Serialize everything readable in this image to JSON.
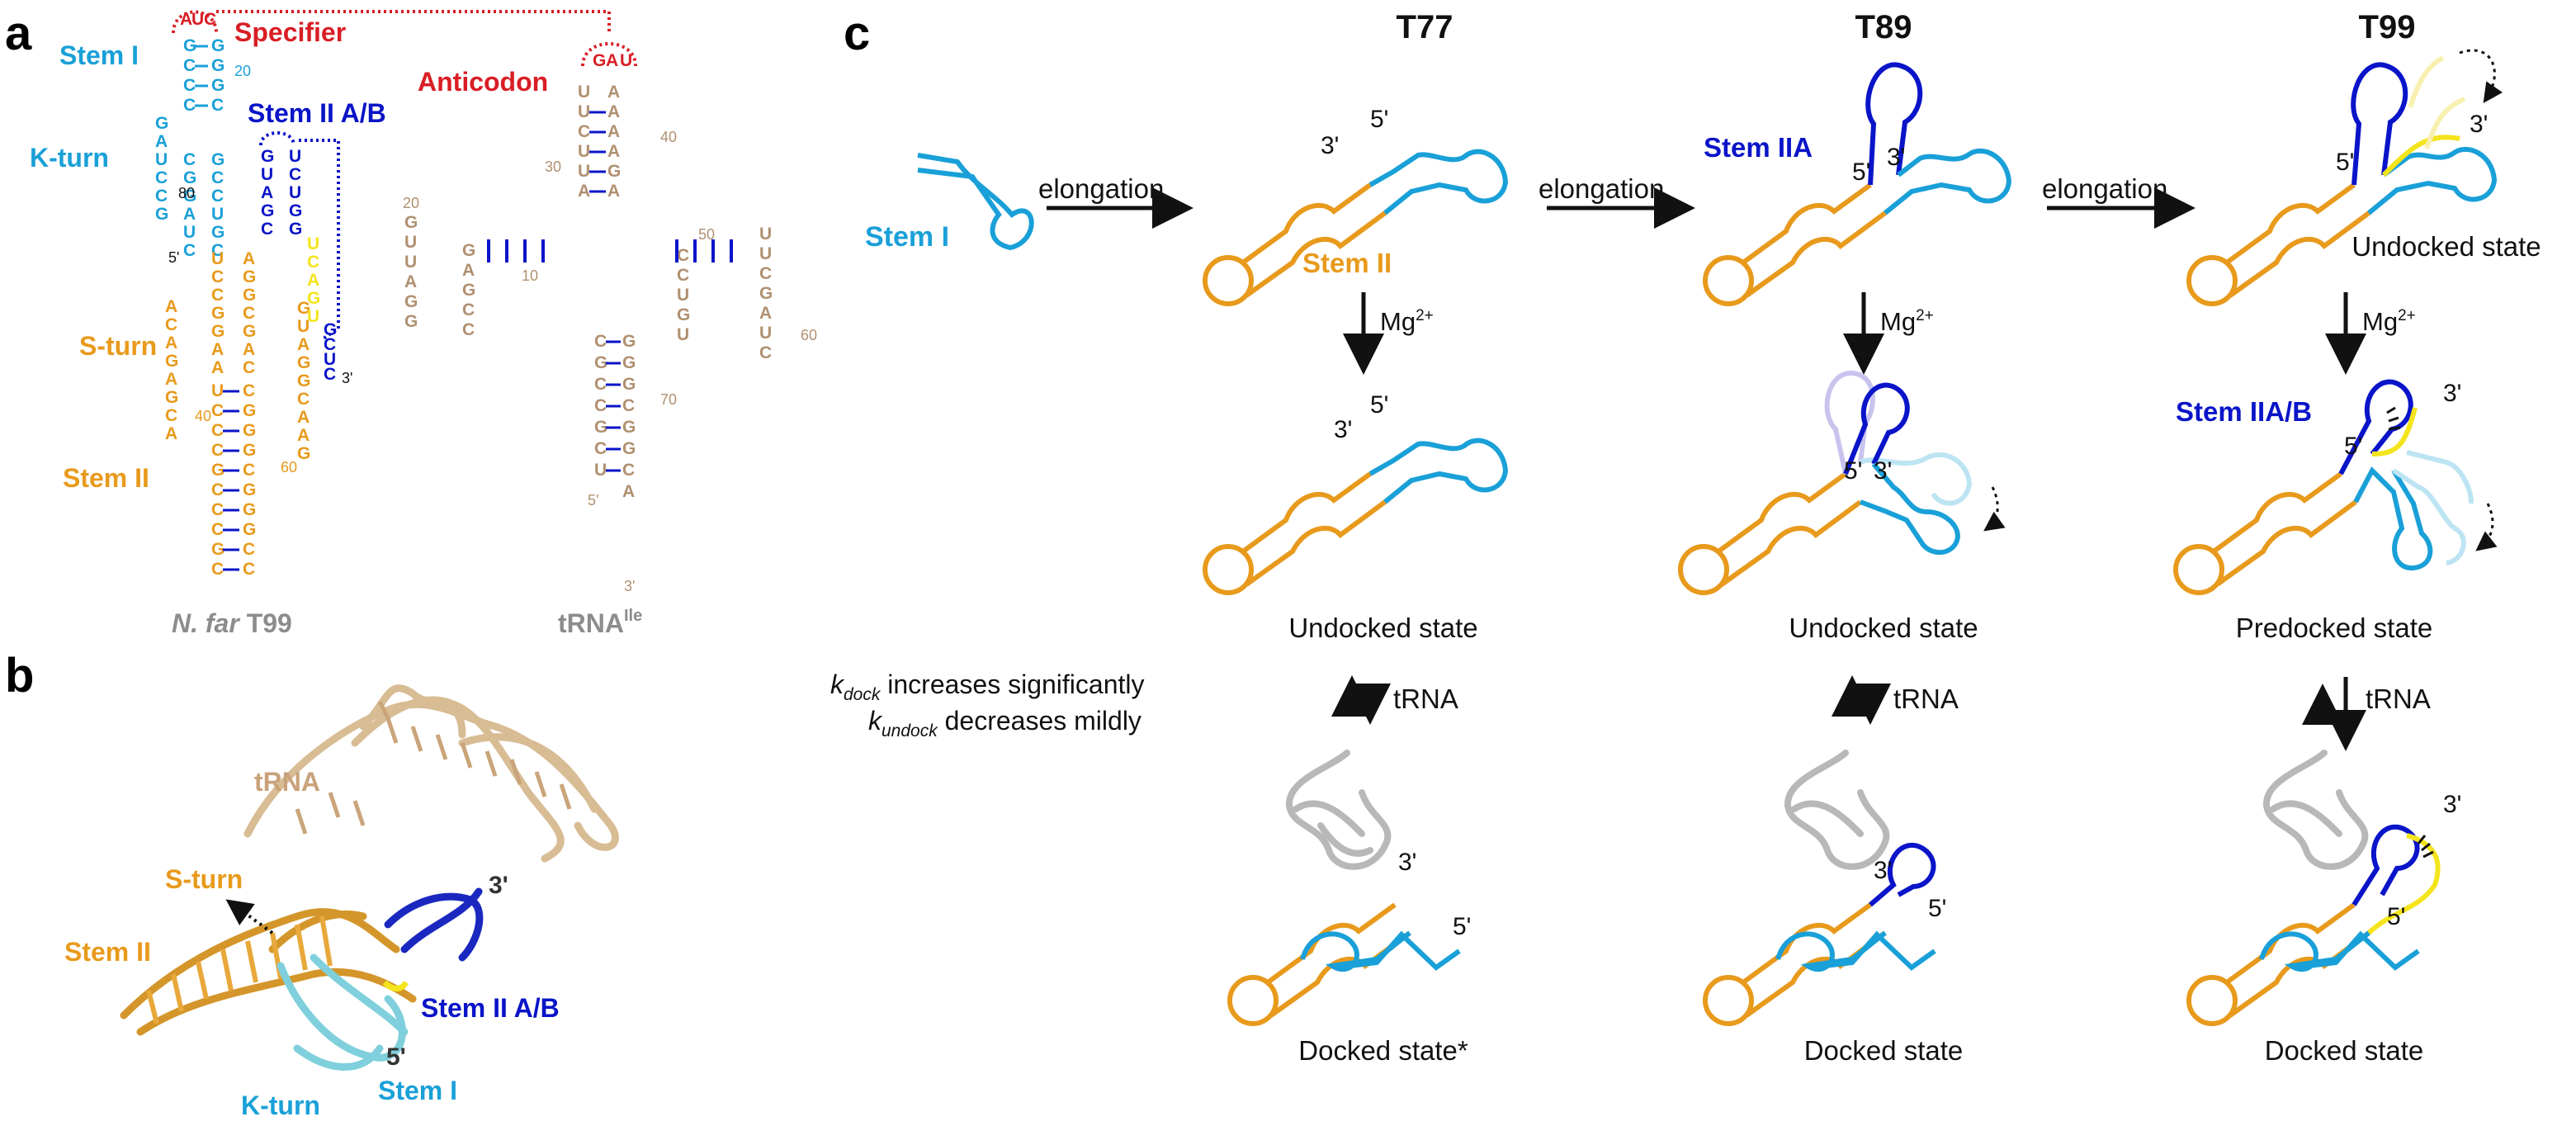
{
  "colors": {
    "stem1": "#1aa0d8",
    "stem2": "#e89a1c",
    "stem2AB": "#0a14c8",
    "specifier": "#d81e24",
    "yellow": "#f4e41c",
    "trna": "#b09070",
    "gray": "#a8a8a8",
    "text": "#111111"
  },
  "panels": {
    "a": "a",
    "b": "b",
    "c": "c"
  },
  "panel_a": {
    "riboswitch": {
      "stem1": "Stem I",
      "kturn": "K-turn",
      "specifier": "Specifier",
      "stem2ab": "Stem II A/B",
      "sturn": "S-turn",
      "stem2": "Stem II",
      "caption_italic": "N. far",
      "caption_rest": " T99",
      "specifier_seq": [
        "A",
        "U",
        "C"
      ],
      "nums": [
        "20",
        "80",
        "5'",
        "40",
        "60",
        "3'"
      ]
    },
    "trna": {
      "anticodon": "Anticodon",
      "anticodon_seq": [
        "G",
        "A",
        "U"
      ],
      "caption_main": "tRNA",
      "caption_sup": "Ile",
      "nums": [
        "40",
        "30",
        "20",
        "50",
        "10",
        "60",
        "70",
        "5'",
        "3'"
      ]
    }
  },
  "panel_b": {
    "trna": "tRNA",
    "sturn": "S-turn",
    "stem2": "Stem II",
    "stem2ab": "Stem II A/B",
    "kturn": "K-turn",
    "stem1": "Stem I",
    "three": "3'",
    "five": "5'"
  },
  "panel_c": {
    "headers": [
      "T77",
      "T89",
      "T99"
    ],
    "stem1": "Stem I",
    "stem2": "Stem II",
    "stem2a": "Stem IIA",
    "stem2ab": "Stem IIA/B",
    "elongation": "elongation",
    "mg": "Mg",
    "mg_sup": "2+",
    "trna": "tRNA",
    "five": "5'",
    "three": "3'",
    "states": {
      "t99_top": "Undocked state",
      "t77_mid": "Undocked state",
      "t89_mid": "Undocked state",
      "t99_mid": "Predocked state",
      "t77_bottom": "Docked state*",
      "t89_bottom": "Docked state",
      "t99_bottom": "Docked state"
    },
    "note": {
      "k1": "k",
      "k1_sub": "dock",
      "k1_rest": " increases significantly",
      "k2": "k",
      "k2_sub": "undock",
      "k2_rest": " decreases mildly"
    }
  }
}
